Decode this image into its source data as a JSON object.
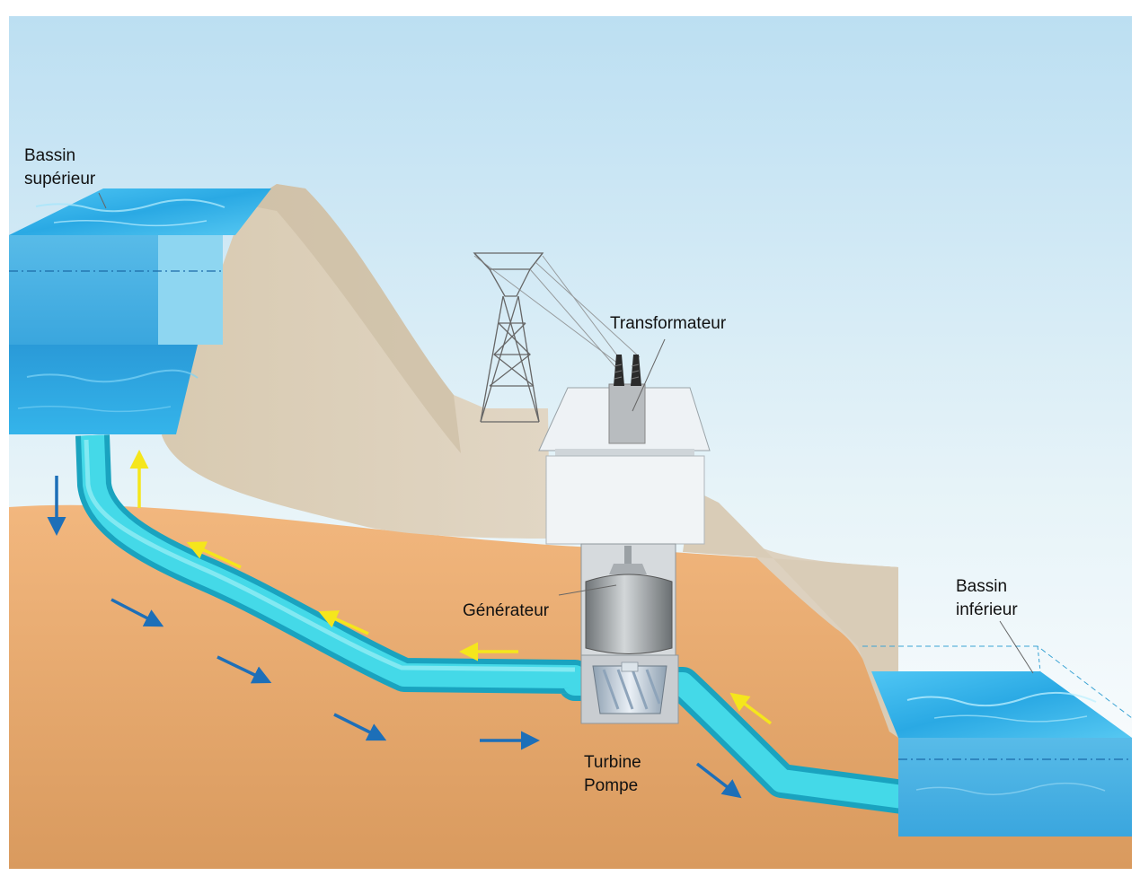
{
  "labels": {
    "upper_basin": [
      "Bassin",
      "supérieur"
    ],
    "transformer": "Transformateur",
    "generator": "Générateur",
    "lower_basin": [
      "Bassin",
      "inférieur"
    ],
    "turbine": [
      "Turbine",
      "Pompe"
    ]
  },
  "colors": {
    "sky_top": "#bcdff2",
    "sky_bottom": "#ffffff",
    "mountain": "#d8cbb5",
    "ground": "#e3a46b",
    "water": "#2fb2ea",
    "pipe": "#3fd0e0",
    "flow_generate": "#1d6fb8",
    "flow_pump": "#f5e61c"
  },
  "icons": {
    "pylon": "transmission-tower-icon",
    "flow_arrow": "arrow-icon"
  }
}
